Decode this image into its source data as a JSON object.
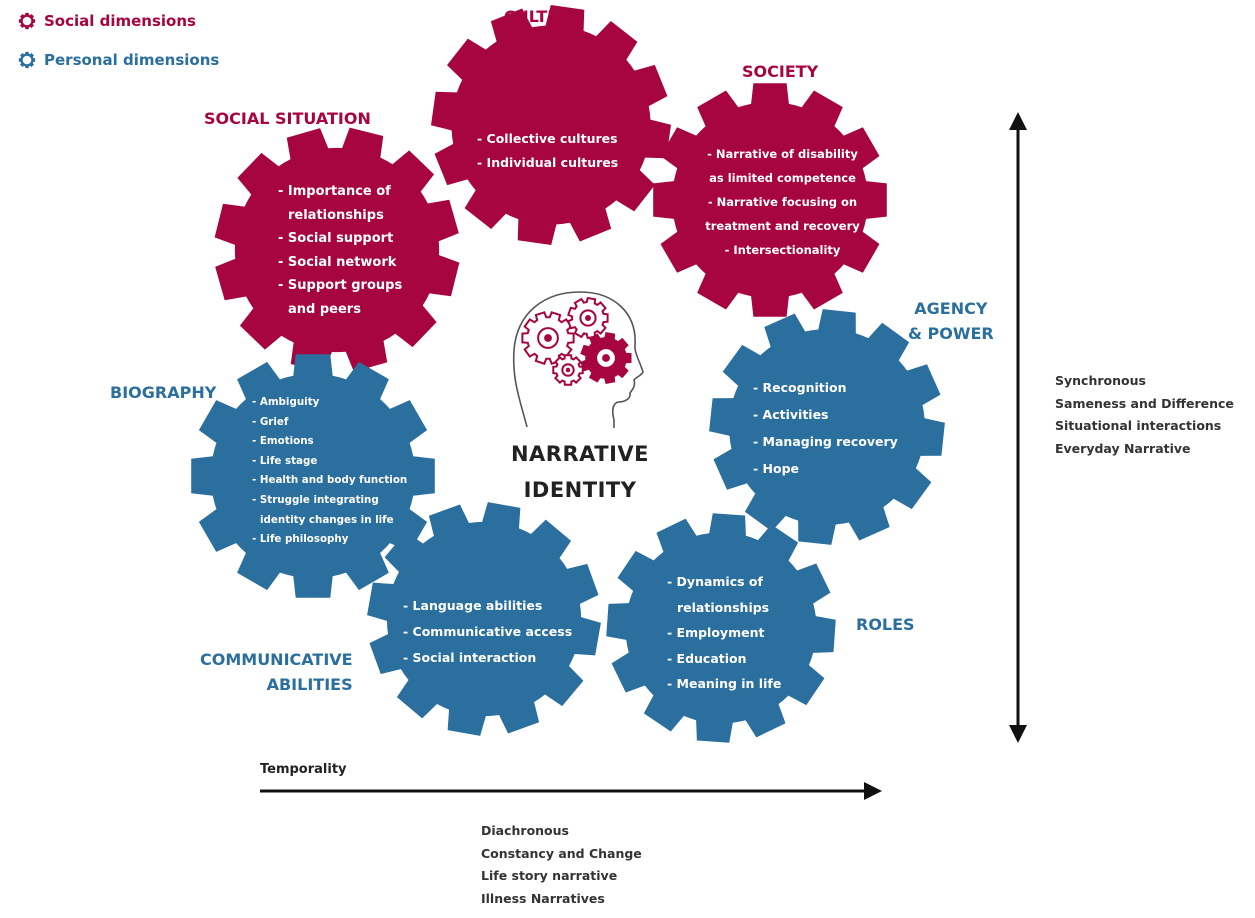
{
  "colors": {
    "social": "#a6053f",
    "personal": "#2b6f9e",
    "arrow": "#111111",
    "head_outline": "#555555",
    "text_dark": "#222222"
  },
  "legend": {
    "social_label": "Social dimensions",
    "personal_label": "Personal dimensions",
    "icon": "gear-outline-icon"
  },
  "center": {
    "line1": "NARRATIVE",
    "line2": "IDENTITY",
    "icon": "head-with-gears-icon"
  },
  "gears": {
    "culture": {
      "type": "social",
      "title": [
        "CULTURE"
      ],
      "items": [
        "- Collective cultures",
        "- Individual cultures"
      ]
    },
    "society": {
      "type": "social",
      "title": [
        "SOCIETY"
      ],
      "items": [
        "- Narrative of disability",
        "as limited competence",
        "- Narrative focusing on",
        "treatment and recovery",
        "- Intersectionality"
      ]
    },
    "social_situation": {
      "type": "social",
      "title": [
        "SOCIAL SITUATION"
      ],
      "items": [
        "- Importance of",
        "relationships",
        "- Social support",
        "- Social network",
        "- Support groups",
        "and peers"
      ]
    },
    "agency_power": {
      "type": "personal",
      "title": [
        "AGENCY",
        "& POWER"
      ],
      "items": [
        "- Recognition",
        "- Activities",
        "- Managing recovery",
        "- Hope"
      ]
    },
    "biography": {
      "type": "personal",
      "title": [
        "BIOGRAPHY"
      ],
      "items": [
        "- Ambiguity",
        "- Grief",
        "- Emotions",
        "- Life stage",
        "- Health and body function",
        "- Struggle integrating",
        "identity changes in life",
        "- Life philosophy"
      ]
    },
    "communicative": {
      "type": "personal",
      "title": [
        "COMMUNICATIVE",
        "ABILITIES"
      ],
      "items": [
        "- Language abilities",
        "- Communicative access",
        "- Social interaction"
      ]
    },
    "roles": {
      "type": "personal",
      "title": [
        "ROLES"
      ],
      "items": [
        "- Dynamics of",
        "relationships",
        "- Employment",
        "- Education",
        "- Meaning in life"
      ]
    }
  },
  "vertical_axis": {
    "items": [
      "Synchronous",
      "Sameness and Difference",
      "Situational interactions",
      "Everyday Narrative"
    ]
  },
  "horizontal_axis": {
    "label": "Temporality",
    "items": [
      "Diachronous",
      "Constancy and Change",
      "Life story narrative",
      "Illness Narratives"
    ]
  }
}
